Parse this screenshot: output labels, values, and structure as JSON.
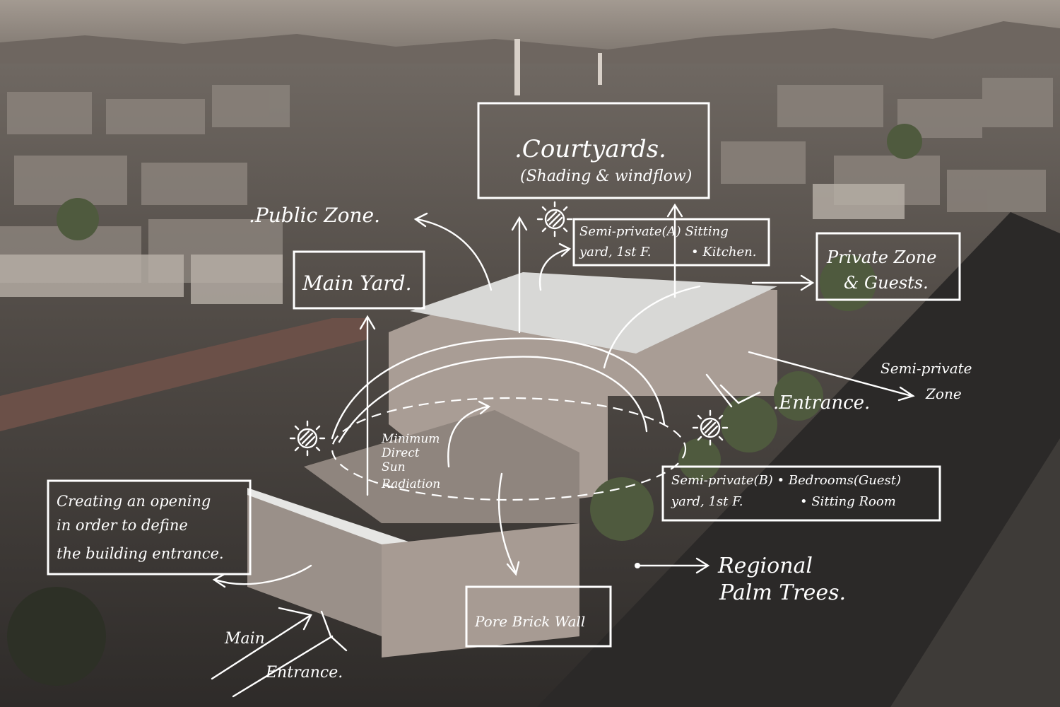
{
  "labels": {
    "courtyards": ".Courtyards.",
    "courtyards_sub": "(Shading & windflow)",
    "public_zone": ".Public Zone.",
    "main_yard": "Main Yard.",
    "semi_a_1": "Semi-private(A) Sitting",
    "semi_a_2": "yard, 1st F.",
    "semi_a_3": "• Kitchen.",
    "private_1": "Private Zone",
    "private_2": "& Guests.",
    "semi_zone_1": "Semi-private",
    "semi_zone_2": "Zone",
    "entrance": ".Entrance.",
    "min_sun_1": "Minimum",
    "min_sun_2": "Direct",
    "min_sun_3": "Sun",
    "min_sun_4": "Radiation",
    "semi_b_1": "Semi-private(B) • Bedrooms(Guest)",
    "semi_b_2": "yard, 1st F.",
    "semi_b_3": "• Sitting Room",
    "opening_1": "Creating an opening",
    "opening_2": "in order to define",
    "opening_3": "the building entrance.",
    "palms_1": "Regional",
    "palms_2": "Palm Trees.",
    "brick_wall": "Pore Brick Wall",
    "main_entrance_1": "Main",
    "main_entrance_2": "Entrance."
  },
  "icons": [
    "sun-icon",
    "sun-icon",
    "sun-icon"
  ],
  "colors": {
    "ink": "#ffffff",
    "sky": "#a39a91",
    "ground": "#3a3734",
    "building": "#b7aaa2"
  }
}
